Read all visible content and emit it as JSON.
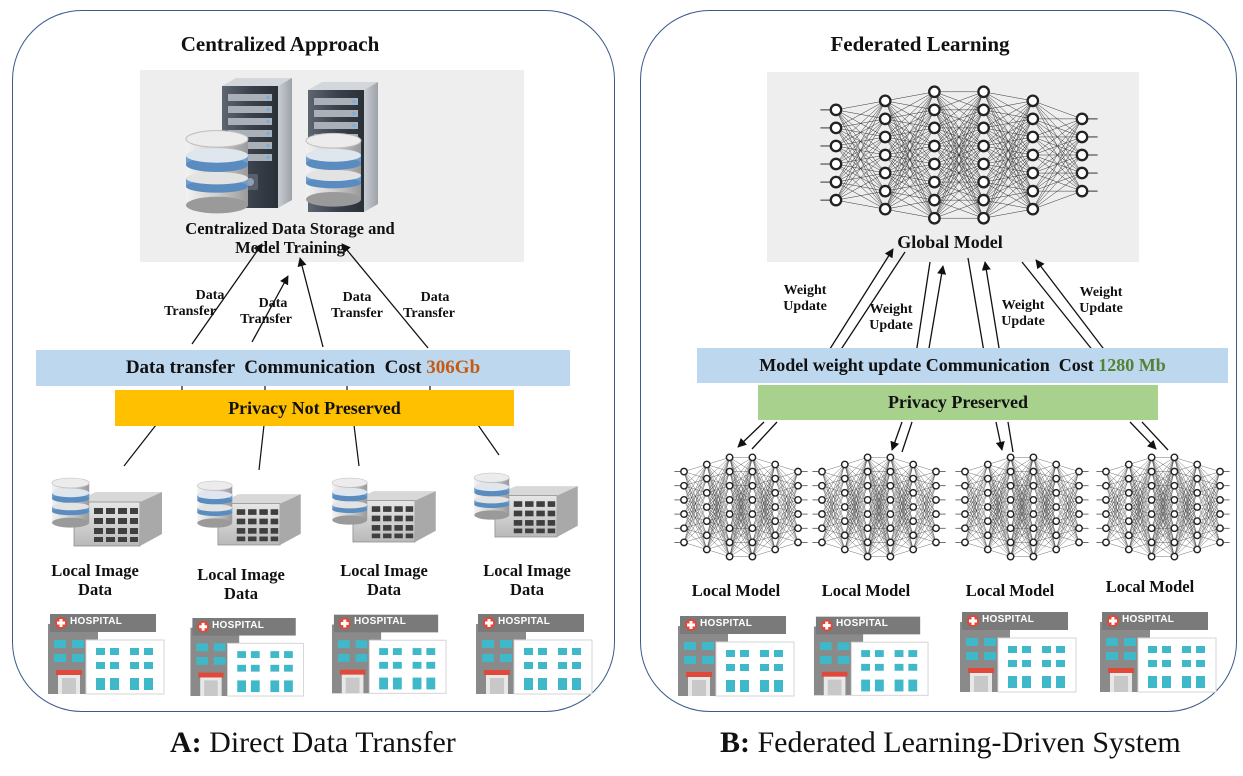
{
  "left": {
    "title": "Centralized Approach",
    "server_label_line1": "Centralized Data Storage and",
    "server_label_line2": "Model Training",
    "transfer_label_line1": "Data",
    "transfer_label_line2": "Transfer",
    "cost_label": "Data transfer  Communication  Cost ",
    "cost_value": "306Gb",
    "privacy_label": "Privacy Not Preserved",
    "node_label_line1": "Local Image",
    "node_label_line2": "Data",
    "hospital_sign": "HOSPITAL",
    "caption_letter": "A:",
    "caption_text": " Direct Data Transfer"
  },
  "right": {
    "title": "Federated Learning",
    "global_label": "Global  Model",
    "update_label_line1": "Weight",
    "update_label_line2": "Update",
    "cost_label": "Model weight update Communication  Cost ",
    "cost_value": "1280 Mb",
    "privacy_label": "Privacy Preserved",
    "node_label": "Local Model",
    "hospital_sign": "HOSPITAL",
    "caption_letter": "B:",
    "caption_text": " Federated Learning-Driven System"
  },
  "colors": {
    "panel_border": "#3a5a8c",
    "cost_bar": "#bdd7ee",
    "privacy_not_preserved": "#ffc000",
    "privacy_preserved": "#a9d18e",
    "cost_value_left": "#c55a11",
    "cost_value_right": "#548235",
    "hospital_gray": "#7f7f7f",
    "hospital_red": "#e0483a",
    "window_teal": "#3fb8c9"
  }
}
